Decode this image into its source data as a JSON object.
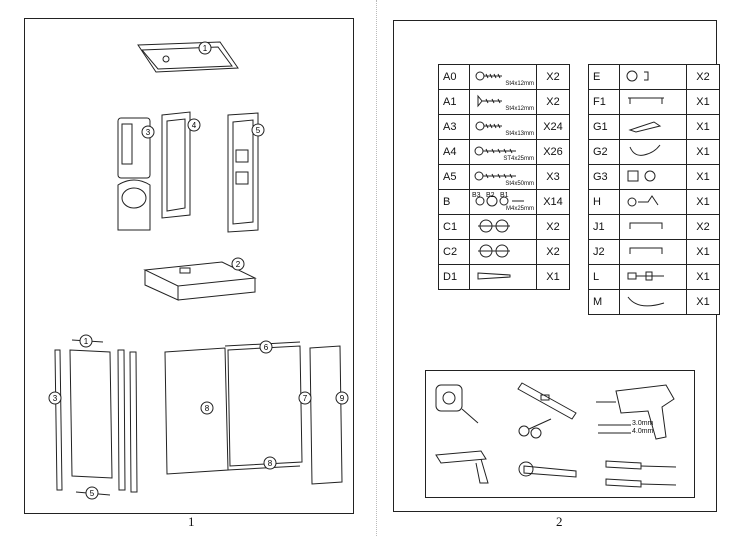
{
  "pages": {
    "left_number": "1",
    "right_number": "2"
  },
  "parts_left": [
    {
      "code": "A0",
      "size": "St4x12mm",
      "qty": "X2",
      "icon": "self-tapping-screw-icon"
    },
    {
      "code": "A1",
      "size": "St4x12mm",
      "qty": "X2",
      "icon": "flat-head-screw-icon"
    },
    {
      "code": "A3",
      "size": "St4x13mm",
      "qty": "X24",
      "icon": "self-tapping-screw-icon"
    },
    {
      "code": "A4",
      "size": "ST4x25mm",
      "qty": "X26",
      "icon": "long-screw-icon"
    },
    {
      "code": "A5",
      "size": "St4x50mm",
      "qty": "X3",
      "icon": "long-screw-icon"
    },
    {
      "code": "B",
      "size": "M4x25mm",
      "qty": "X14",
      "icon": "bolt-washer-nut-icon",
      "sub": [
        "B3",
        "B2",
        "B1"
      ]
    },
    {
      "code": "C1",
      "size": "",
      "qty": "X2",
      "icon": "roller-wheel-icon"
    },
    {
      "code": "C2",
      "size": "",
      "qty": "X2",
      "icon": "roller-wheel-icon"
    },
    {
      "code": "D1",
      "size": "",
      "qty": "X1",
      "icon": "wall-plug-icon"
    }
  ],
  "parts_right": [
    {
      "code": "E",
      "qty": "X2",
      "icon": "cap-icon"
    },
    {
      "code": "F1",
      "qty": "X1",
      "icon": "towel-bar-icon"
    },
    {
      "code": "G1",
      "qty": "X1",
      "icon": "shower-bracket-icon"
    },
    {
      "code": "G2",
      "qty": "X1",
      "icon": "hose-hook-icon"
    },
    {
      "code": "G3",
      "qty": "X1",
      "icon": "holder-icon"
    },
    {
      "code": "H",
      "qty": "X1",
      "icon": "mount-bracket-icon"
    },
    {
      "code": "J1",
      "qty": "X2",
      "icon": "handle-icon"
    },
    {
      "code": "J2",
      "qty": "X1",
      "icon": "handle-icon"
    },
    {
      "code": "L",
      "qty": "X1",
      "icon": "drain-pipe-icon"
    },
    {
      "code": "M",
      "qty": "X1",
      "icon": "shower-hose-icon"
    }
  ],
  "drill_sizes": [
    "3.0mm",
    "4.0mm"
  ],
  "callouts": {
    "roof": "1",
    "tray": "2",
    "side_panel_a": "3",
    "side_panel_b": "4",
    "side_panel_c": "5",
    "top_rail": "6",
    "bottom_rail": "8",
    "left_mark_a": "1",
    "left_mark_b": "3",
    "frame_mark_a": "7",
    "frame_mark_b": "9",
    "frame_mark_c": "8",
    "bottom_mark": "5"
  },
  "colors": {
    "ink": "#222222",
    "paper": "#ffffff"
  }
}
